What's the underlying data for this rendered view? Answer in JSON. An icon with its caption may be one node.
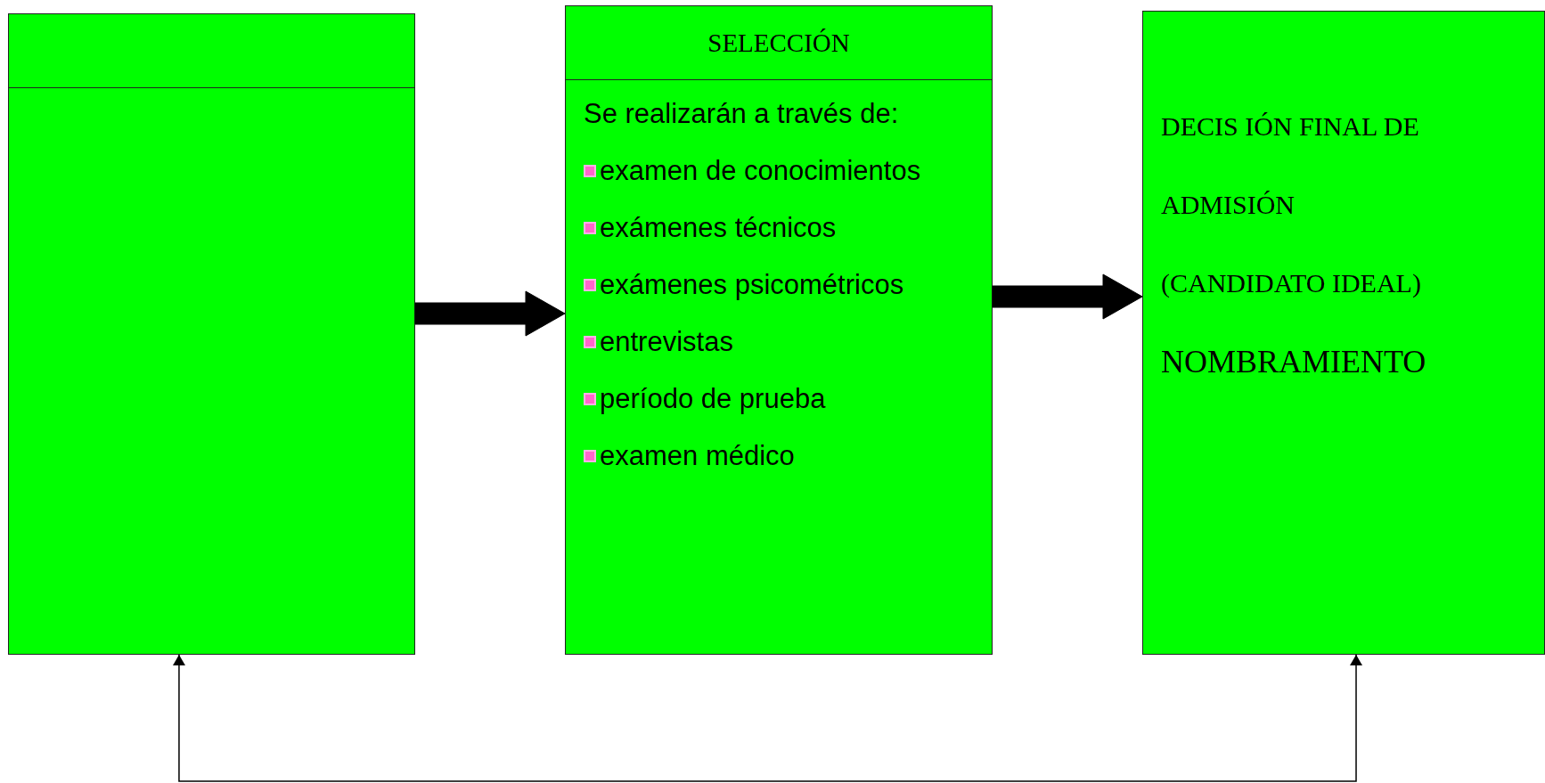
{
  "diagram": {
    "nodes": [
      {
        "text": [],
        "shape": "box"
      },
      {
        "text": [
          "SELECCIÓN",
          "Se realizarán  a través de:",
          "examen de conocimientos",
          "exámenes técnicos",
          "exámenes psicométricos",
          "entrevistas",
          "período de prueba",
          "examen médico"
        ]
      },
      {
        "text": [
          "DECIS IÓN FINAL DE ADMISIÓN",
          "(CANDIDATO IDEAL)",
          "NOMBRAMIENTO"
        ]
      }
    ],
    "edges": [
      {
        "from": 0,
        "to": 1,
        "arrow": "to",
        "style": "thick"
      },
      {
        "from": 1,
        "to": 2,
        "arrow": "to",
        "style": "thick"
      },
      {
        "from": 2,
        "to": 0,
        "arrow": "both"
      }
    ]
  }
}
